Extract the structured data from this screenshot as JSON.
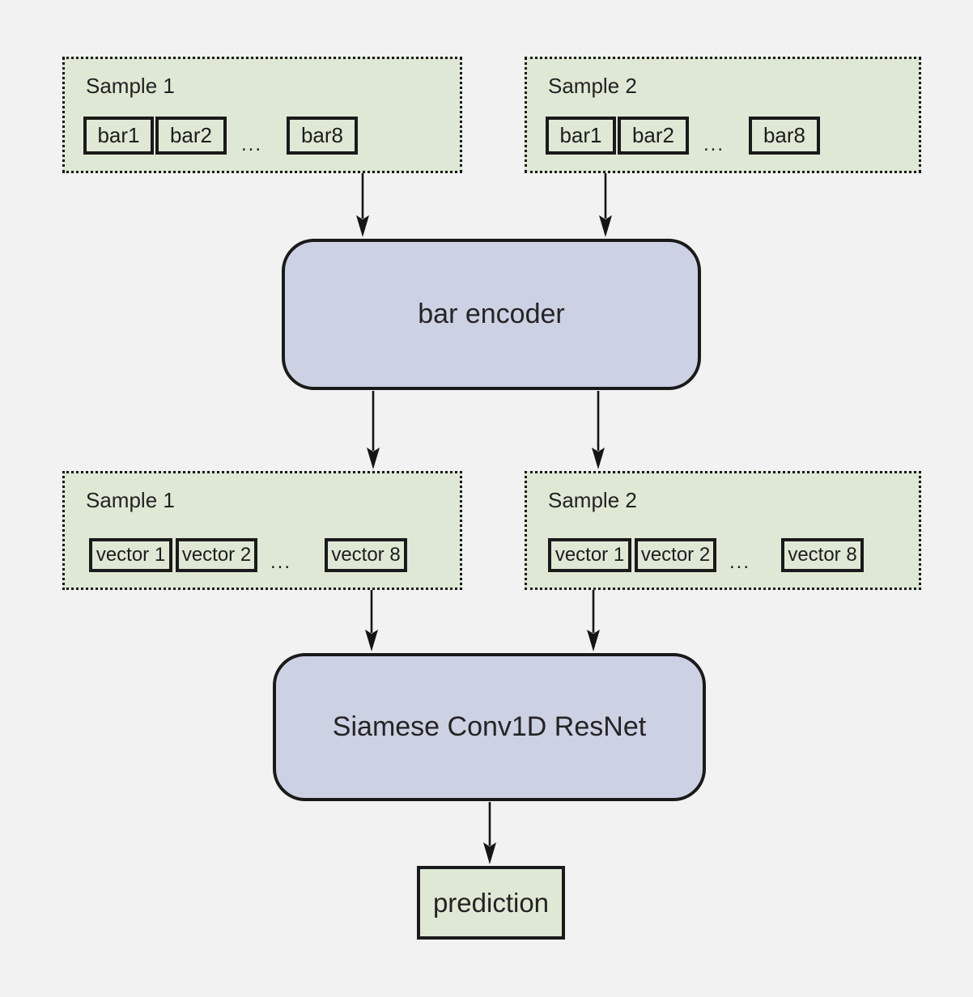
{
  "diagram": {
    "ellipsis": "...",
    "nodes": {
      "sample1_bars": {
        "label": "Sample 1",
        "items": [
          "bar1",
          "bar2",
          "bar8"
        ]
      },
      "sample2_bars": {
        "label": "Sample 2",
        "items": [
          "bar1",
          "bar2",
          "bar8"
        ]
      },
      "bar_encoder": {
        "label": "bar encoder"
      },
      "sample1_vectors": {
        "label": "Sample 1",
        "items": [
          "vector 1",
          "vector 2",
          "vector 8"
        ]
      },
      "sample2_vectors": {
        "label": "Sample 2",
        "items": [
          "vector 1",
          "vector 2",
          "vector 8"
        ]
      },
      "siamese": {
        "label": "Siamese Conv1D ResNet"
      },
      "prediction": {
        "label": "prediction"
      }
    },
    "edges": [
      {
        "from": "sample1_bars",
        "to": "bar_encoder"
      },
      {
        "from": "sample2_bars",
        "to": "bar_encoder"
      },
      {
        "from": "bar_encoder",
        "to": "sample1_vectors"
      },
      {
        "from": "bar_encoder",
        "to": "sample2_vectors"
      },
      {
        "from": "sample1_vectors",
        "to": "siamese"
      },
      {
        "from": "sample2_vectors",
        "to": "siamese"
      },
      {
        "from": "siamese",
        "to": "prediction"
      }
    ],
    "colors": {
      "background": "#f2f2f2",
      "sample_fill": "#dfe8d5",
      "node_fill": "#cdd1e4",
      "border": "#1a1a1a"
    }
  }
}
